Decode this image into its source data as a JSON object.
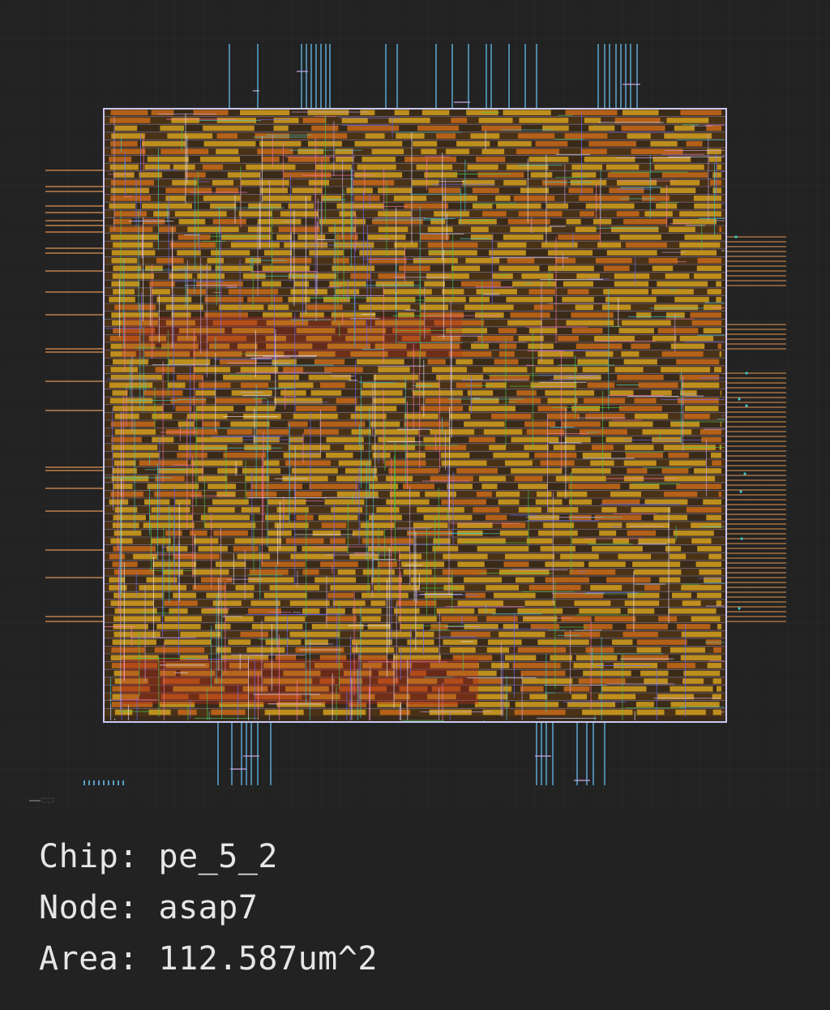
{
  "info": {
    "chip_label": "Chip: pe_5_2",
    "node_label": "Node: asap7",
    "area_label": "Area: 112.587um^2"
  },
  "colors": {
    "background": "#222222",
    "die_border": "#b8b8e0",
    "pin_metal": "#5aa0c8",
    "io_pin_side": "#c0804a",
    "cell_gold": "#d4a020",
    "cell_orange": "#c86a1a",
    "power_rail": "#8a8ac8",
    "route_violet": "#c8a8e8",
    "route_cyan": "#3ec8c8",
    "route_green": "#4ac84a",
    "hot_red": "#b02a1a",
    "text": "#e6e6e6"
  }
}
